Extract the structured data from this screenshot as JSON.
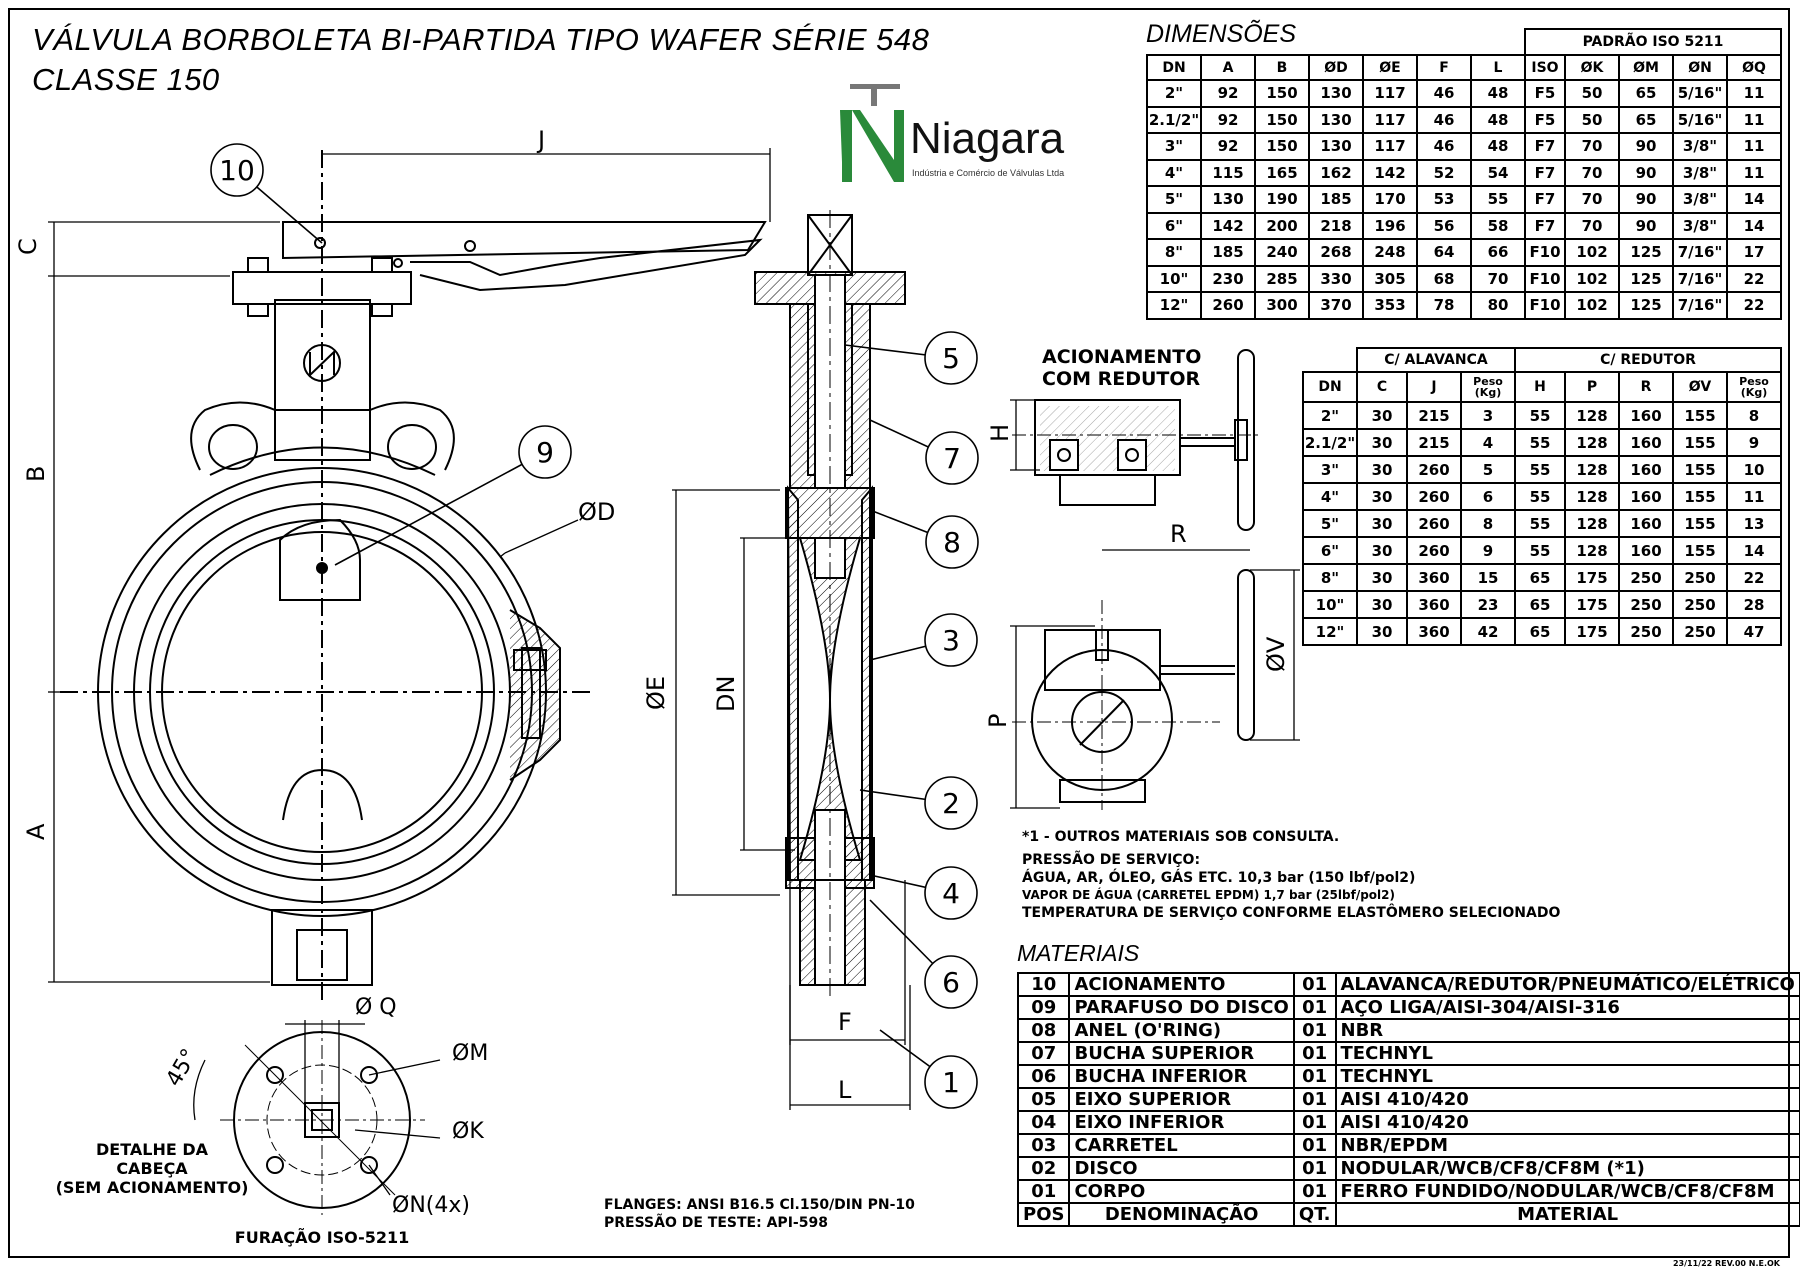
{
  "title": {
    "line1": "VÁLVULA BORBOLETA BI-PARTIDA TIPO WAFER SÉRIE 548",
    "line2": "CLASSE 150"
  },
  "logo": {
    "name": "Niagara",
    "subtitle": "Indústria e Comércio de Válvulas Ltda",
    "colors": {
      "green": "#2a8a3a",
      "gray": "#777777"
    }
  },
  "dimensoes": {
    "title": "DIMENSÕES",
    "group_header": "PADRÃO ISO 5211",
    "headers": [
      "DN",
      "A",
      "B",
      "ØD",
      "ØE",
      "F",
      "L",
      "ISO",
      "ØK",
      "ØM",
      "ØN",
      "ØQ"
    ],
    "rows": [
      [
        "2\"",
        "92",
        "150",
        "130",
        "117",
        "46",
        "48",
        "F5",
        "50",
        "65",
        "5/16\"",
        "11"
      ],
      [
        "2.1/2\"",
        "92",
        "150",
        "130",
        "117",
        "46",
        "48",
        "F5",
        "50",
        "65",
        "5/16\"",
        "11"
      ],
      [
        "3\"",
        "92",
        "150",
        "130",
        "117",
        "46",
        "48",
        "F7",
        "70",
        "90",
        "3/8\"",
        "11"
      ],
      [
        "4\"",
        "115",
        "165",
        "162",
        "142",
        "52",
        "54",
        "F7",
        "70",
        "90",
        "3/8\"",
        "11"
      ],
      [
        "5\"",
        "130",
        "190",
        "185",
        "170",
        "53",
        "55",
        "F7",
        "70",
        "90",
        "3/8\"",
        "14"
      ],
      [
        "6\"",
        "142",
        "200",
        "218",
        "196",
        "56",
        "58",
        "F7",
        "70",
        "90",
        "3/8\"",
        "14"
      ],
      [
        "8\"",
        "185",
        "240",
        "268",
        "248",
        "64",
        "66",
        "F10",
        "102",
        "125",
        "7/16\"",
        "17"
      ],
      [
        "10\"",
        "230",
        "285",
        "330",
        "305",
        "68",
        "70",
        "F10",
        "102",
        "125",
        "7/16\"",
        "22"
      ],
      [
        "12\"",
        "260",
        "300",
        "370",
        "353",
        "78",
        "80",
        "F10",
        "102",
        "125",
        "7/16\"",
        "22"
      ]
    ]
  },
  "acionamento": {
    "group_alavanca": "C/ ALAVANCA",
    "group_redutor": "C/ REDUTOR",
    "headers": [
      "DN",
      "C",
      "J",
      "Peso (Kg)",
      "H",
      "P",
      "R",
      "ØV",
      "Peso (Kg)"
    ],
    "rows": [
      [
        "2\"",
        "30",
        "215",
        "3",
        "55",
        "128",
        "160",
        "155",
        "8"
      ],
      [
        "2.1/2\"",
        "30",
        "215",
        "4",
        "55",
        "128",
        "160",
        "155",
        "9"
      ],
      [
        "3\"",
        "30",
        "260",
        "5",
        "55",
        "128",
        "160",
        "155",
        "10"
      ],
      [
        "4\"",
        "30",
        "260",
        "6",
        "55",
        "128",
        "160",
        "155",
        "11"
      ],
      [
        "5\"",
        "30",
        "260",
        "8",
        "55",
        "128",
        "160",
        "155",
        "13"
      ],
      [
        "6\"",
        "30",
        "260",
        "9",
        "55",
        "128",
        "160",
        "155",
        "14"
      ],
      [
        "8\"",
        "30",
        "360",
        "15",
        "65",
        "175",
        "250",
        "250",
        "22"
      ],
      [
        "10\"",
        "30",
        "360",
        "23",
        "65",
        "175",
        "250",
        "250",
        "28"
      ],
      [
        "12\"",
        "30",
        "360",
        "42",
        "65",
        "175",
        "250",
        "250",
        "47"
      ]
    ]
  },
  "drawing_labels": {
    "acionamento_redutor_1": "ACIONAMENTO",
    "acionamento_redutor_2": "COM REDUTOR",
    "dim_J": "J",
    "dim_C": "C",
    "dim_B": "B",
    "dim_A": "A",
    "dim_D": "ØD",
    "dim_E": "ØE",
    "dim_DN": "DN",
    "dim_F": "F",
    "dim_L": "L",
    "dim_H": "H",
    "dim_R": "R",
    "dim_V": "ØV",
    "dim_P": "P",
    "dim_Q": "Ø Q",
    "dim_M": "ØM",
    "dim_K": "ØK",
    "dim_N": "ØN(4x)",
    "angle": "45°",
    "detalhe_1": "DETALHE DA",
    "detalhe_2": "CABEÇA",
    "detalhe_3": "(SEM ACIONAMENTO)",
    "furacao": "FURAÇÃO ISO-5211",
    "balloons": [
      "1",
      "2",
      "3",
      "4",
      "5",
      "6",
      "7",
      "8",
      "9",
      "10"
    ]
  },
  "notes": {
    "n1": "*1 - OUTROS MATERIAIS SOB CONSULTA.",
    "n2": "PRESSÃO DE SERVIÇO:",
    "n3": "ÁGUA, AR, ÓLEO, GÁS ETC. 10,3 bar (150 lbf/pol2)",
    "n4": "VAPOR DE ÁGUA (CARRETEL EPDM) 1,7 bar (25lbf/pol2)",
    "n5": "TEMPERATURA DE SERVIÇO CONFORME ELASTÔMERO SELECIONADO",
    "flanges": "FLANGES: ANSI B16.5 Cl.150/DIN PN-10",
    "teste": "PRESSÃO DE TESTE: API-598"
  },
  "materiais": {
    "title": "MATERIAIS",
    "rows": [
      [
        "10",
        "ACIONAMENTO",
        "01",
        "ALAVANCA/REDUTOR/PNEUMÁTICO/ELÉTRICO"
      ],
      [
        "09",
        "PARAFUSO DO DISCO",
        "01",
        "AÇO LIGA/AISI-304/AISI-316"
      ],
      [
        "08",
        "ANEL (O'RING)",
        "01",
        "NBR"
      ],
      [
        "07",
        "BUCHA SUPERIOR",
        "01",
        "TECHNYL"
      ],
      [
        "06",
        "BUCHA INFERIOR",
        "01",
        "TECHNYL"
      ],
      [
        "05",
        "EIXO SUPERIOR",
        "01",
        "AISI 410/420"
      ],
      [
        "04",
        "EIXO INFERIOR",
        "01",
        "AISI 410/420"
      ],
      [
        "03",
        "CARRETEL",
        "01",
        "NBR/EPDM"
      ],
      [
        "02",
        "DISCO",
        "01",
        "NODULAR/WCB/CF8/CF8M (*1)"
      ],
      [
        "01",
        "CORPO",
        "01",
        "FERRO FUNDIDO/NODULAR/WCB/CF8/CF8M"
      ]
    ],
    "footer": [
      "POS",
      "DENOMINAÇÃO",
      "QT.",
      "MATERIAL"
    ]
  },
  "revision": "23/11/22 REV.00 N.E.OK"
}
